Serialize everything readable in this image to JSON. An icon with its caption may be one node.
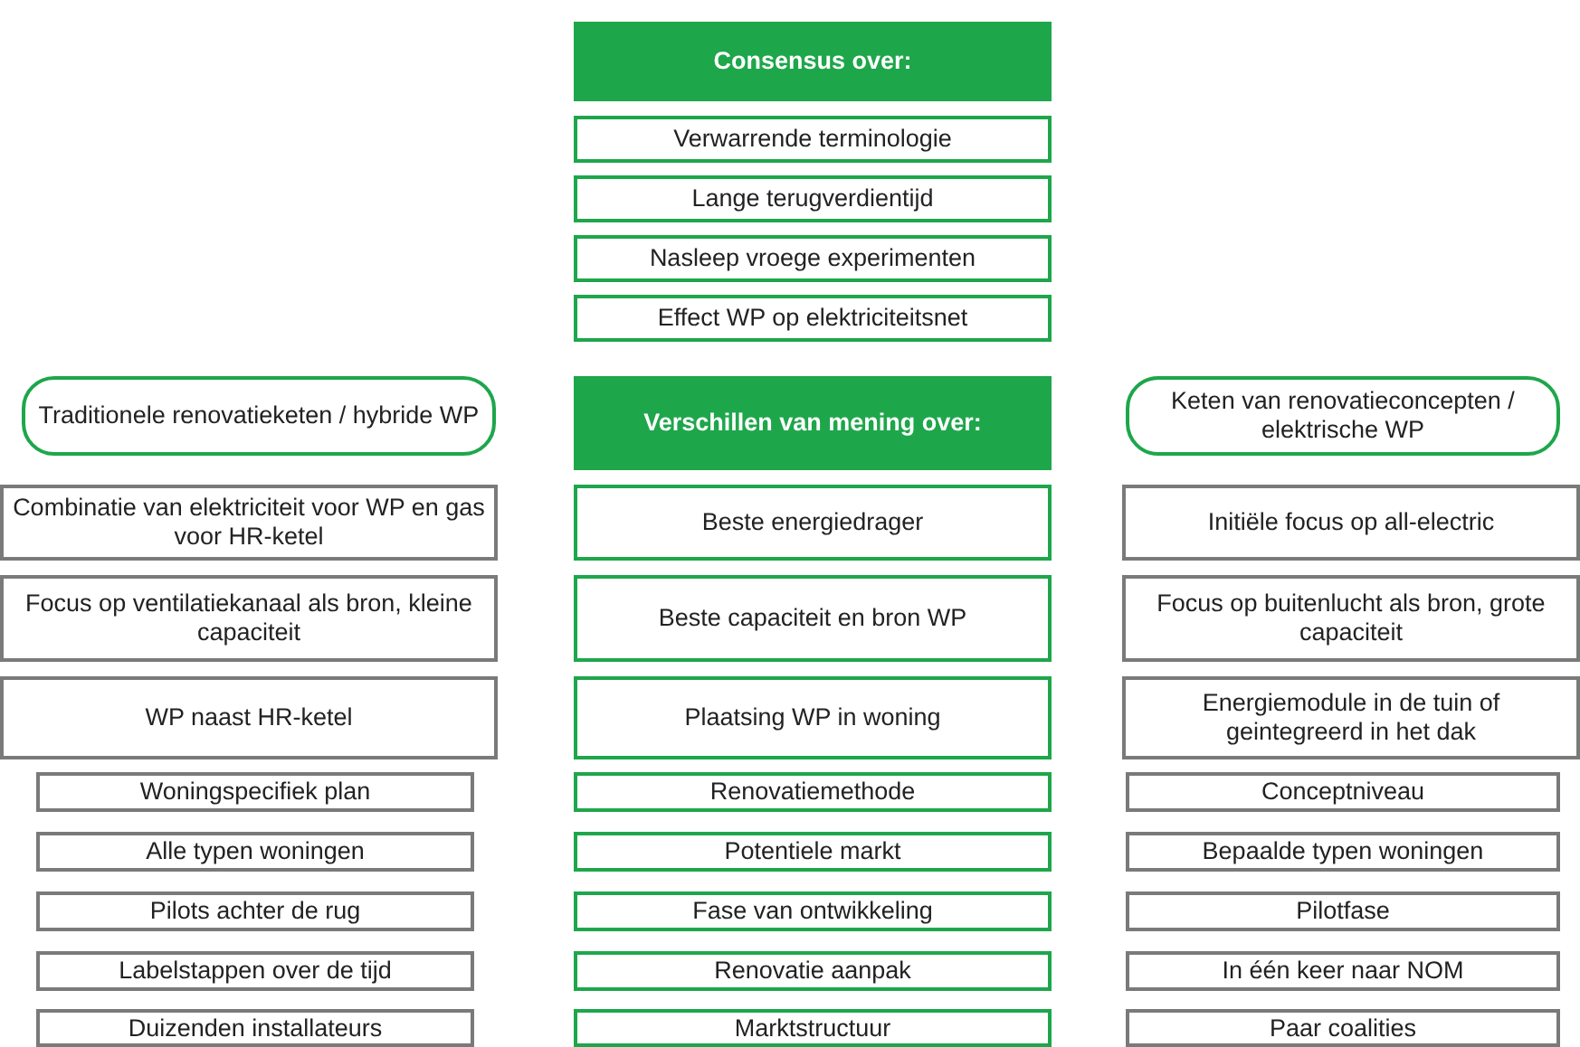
{
  "diagram": {
    "nodes": [
      {
        "text": [
          "Consensus over:"
        ]
      },
      {
        "text": [
          "Verwarrende terminologie"
        ]
      },
      {
        "text": [
          "Lange terugverdientijd"
        ]
      },
      {
        "text": [
          "Nasleep vroege experimenten"
        ]
      },
      {
        "text": [
          "Effect WP op elektriciteitsnet"
        ]
      },
      {
        "text": [
          "Traditionele renovatieketen / hybride WP"
        ]
      },
      {
        "text": [
          "Verschillen van mening over:"
        ]
      },
      {
        "text": [
          "Keten van renovatieconcepten / elektrische WP"
        ]
      },
      {
        "text": [
          "Combinatie van elektriciteit voor WP en gas voor HR-ketel"
        ]
      },
      {
        "text": [
          "Beste energiedrager"
        ]
      },
      {
        "text": [
          "Initiële focus op all-electric"
        ]
      },
      {
        "text": [
          "Focus op ventilatiekanaal als bron, kleine capaciteit"
        ]
      },
      {
        "text": [
          "Beste capaciteit en bron WP"
        ]
      },
      {
        "text": [
          "Focus op buitenlucht als bron, grote capaciteit"
        ]
      },
      {
        "text": [
          "WP naast HR-ketel"
        ]
      },
      {
        "text": [
          "Plaatsing WP in woning"
        ]
      },
      {
        "text": [
          "Energiemodule in de tuin of geintegreerd in het dak"
        ]
      },
      {
        "text": [
          "Woningspecifiek plan"
        ]
      },
      {
        "text": [
          "Renovatiemethode"
        ]
      },
      {
        "text": [
          "Conceptniveau"
        ]
      },
      {
        "text": [
          "Alle typen woningen"
        ]
      },
      {
        "text": [
          "Potentiele markt"
        ]
      },
      {
        "text": [
          "Bepaalde typen woningen"
        ]
      },
      {
        "text": [
          "Pilots achter de rug"
        ]
      },
      {
        "text": [
          "Fase van ontwikkeling"
        ]
      },
      {
        "text": [
          "Pilotfase"
        ]
      },
      {
        "text": [
          "Labelstappen over de tijd"
        ]
      },
      {
        "text": [
          "Renovatie aanpak"
        ]
      },
      {
        "text": [
          "In één keer naar NOM"
        ]
      },
      {
        "text": [
          "Duizenden installateurs"
        ]
      },
      {
        "text": [
          "Marktstructuur"
        ]
      },
      {
        "text": [
          "Paar coalities"
        ]
      }
    ]
  }
}
